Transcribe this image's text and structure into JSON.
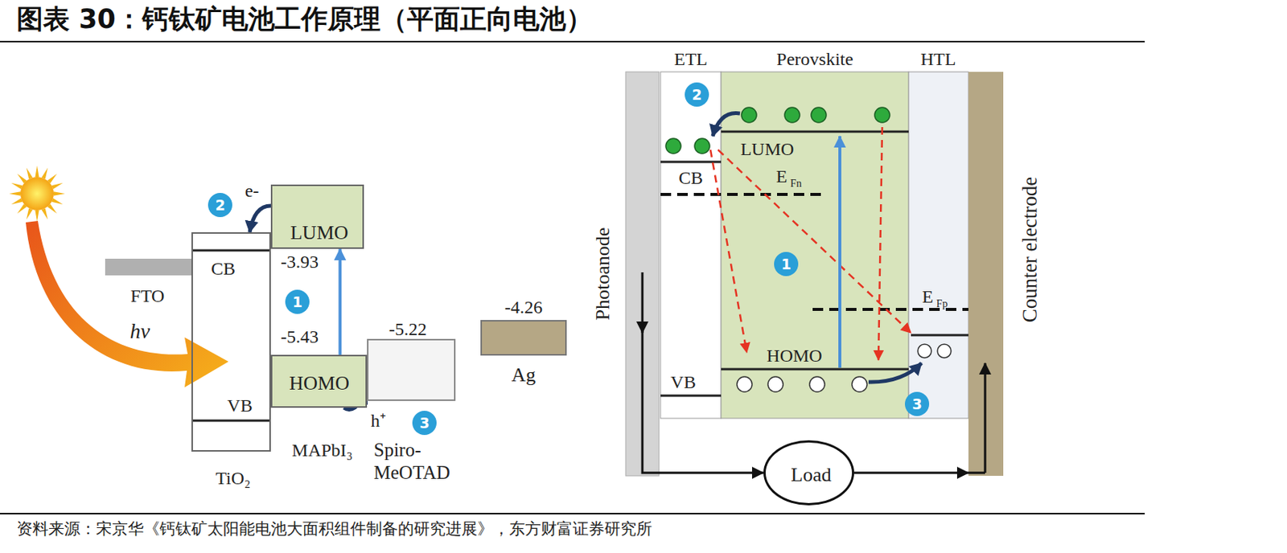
{
  "diagram": {
    "title": "图表 30：钙钛矿电池工作原理（平面正向电池）",
    "caption": "资料来源：宋京华《钙钛矿太阳能电池大面积组件制备的研究进展》，东方财富证券研究所",
    "nodes": [
      {
        "text": [
          "FTO"
        ]
      },
      {
        "text": [
          "CB",
          "VB",
          "TiO₂"
        ]
      },
      {
        "text": [
          "LUMO"
        ]
      },
      {
        "text": [
          "HOMO"
        ]
      },
      {
        "text": [
          "-5.22",
          "Spiro- MeOTAD"
        ]
      },
      {
        "text": [
          "-4.26",
          "Ag"
        ]
      },
      {
        "text": [
          "Photoanode"
        ]
      },
      {
        "text": [
          "ETL",
          "CB",
          "VB"
        ]
      },
      {
        "text": [
          "Perovskite",
          "LUMO",
          "HOMO"
        ]
      },
      {
        "text": [
          "HTL"
        ]
      },
      {
        "text": [
          "Counter electrode"
        ]
      },
      {
        "text": [
          "Load"
        ]
      }
    ],
    "edges": [
      {
        "from": 2,
        "to": 1,
        "arrow": "to"
      },
      {
        "from": 3,
        "to": 2,
        "arrow": "to"
      },
      {
        "from": 3,
        "to": 4,
        "arrow": "to"
      },
      {
        "from": 6,
        "to": 11,
        "arrow": "to"
      },
      {
        "from": 11,
        "to": 10,
        "arrow": "to"
      }
    ],
    "labels": [
      "hν",
      "e-",
      "2",
      "-3.93",
      "1",
      "-5.43",
      "MAPbI₃",
      "h⁺",
      "3",
      "2",
      "E",
      "Fn",
      "1",
      "E",
      "Fp",
      "3"
    ]
  }
}
